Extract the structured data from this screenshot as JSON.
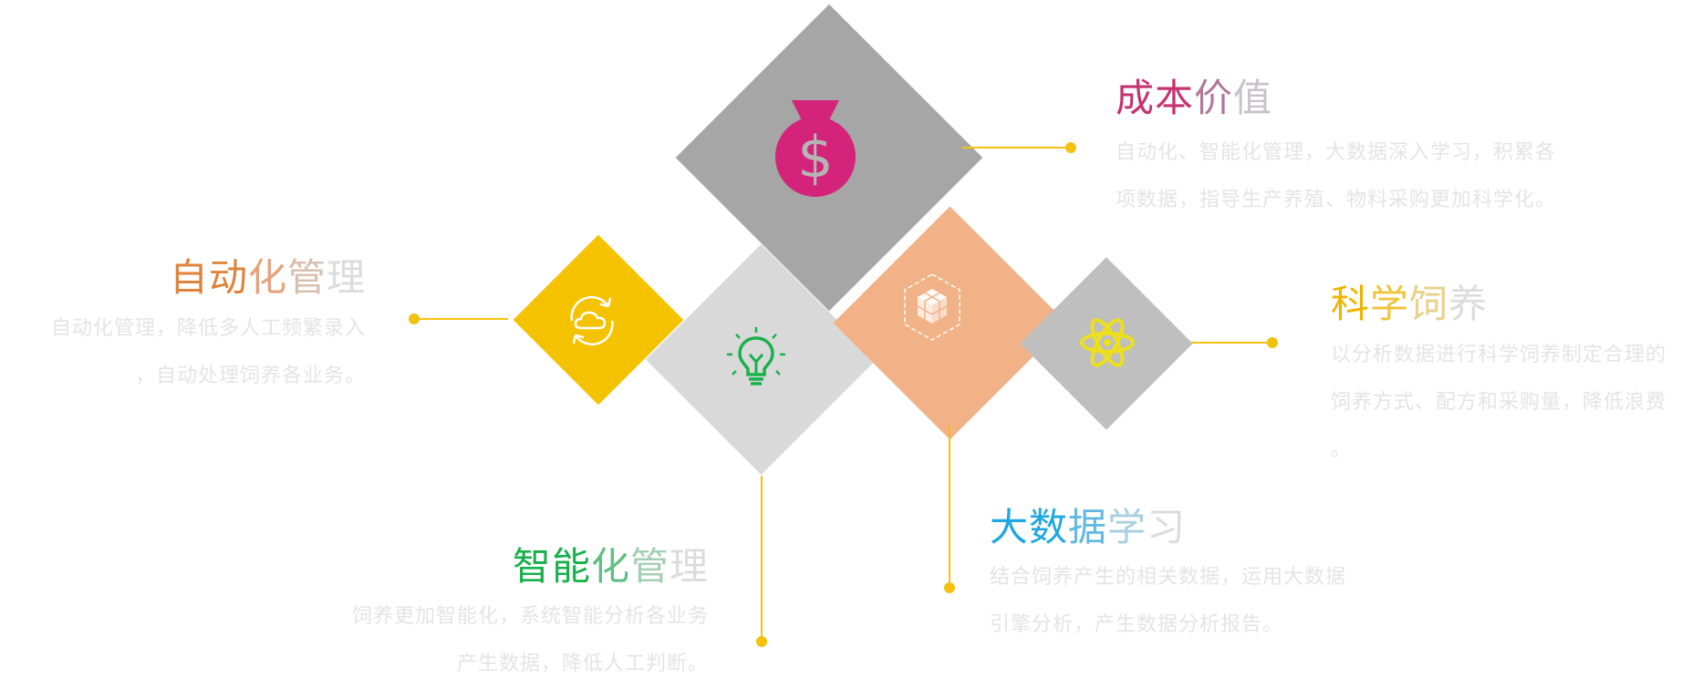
{
  "colors": {
    "connector": "#f3c20f",
    "diamond_gray_dark": "#a6a6a6",
    "diamond_yellow": "#f5c200",
    "diamond_gray_light": "#d9d9d9",
    "diamond_peach": "#f2b287",
    "diamond_gray_mid": "#bfbfbf",
    "description_text": "#e4e4e4"
  },
  "blocks": [
    {
      "id": "cost-value",
      "icon": "money-bag-icon",
      "title": "成本价值",
      "title_colors": [
        "#c5326f",
        "#c5326f",
        "#b2789a",
        "#c9c2cc"
      ],
      "lines": [
        "自动化、智能化管理，大数据深入学习，积累各",
        "项数据，指导生产养殖、物料采购更加科学化。"
      ]
    },
    {
      "id": "automation-management",
      "icon": "cloud-sync-icon",
      "title": "自动化管理",
      "title_colors": [
        "#e0833a",
        "#e0833a",
        "#e6a37b",
        "#d9bfae",
        "#dcdcdc"
      ],
      "lines": [
        "自动化管理，降低多人工频繁录入",
        "，自动处理饲养各业务。"
      ]
    },
    {
      "id": "scientific-feeding",
      "icon": "atom-icon",
      "title": "科学饲养",
      "title_colors": [
        "#f0b400",
        "#f0c43a",
        "#e8d188",
        "#dcdcdc"
      ],
      "lines": [
        "以分析数据进行科学饲养制定合理的",
        "饲养方式、配方和采购量，降低浪费",
        "。"
      ]
    },
    {
      "id": "big-data-learning",
      "icon": "cube-icon",
      "title": "大数据学习",
      "title_colors": [
        "#1ea7e0",
        "#1ea7e0",
        "#5fb9e0",
        "#a9cfe0",
        "#dcdcdc"
      ],
      "lines": [
        "结合饲养产生的相关数据，运用大数据",
        "引擎分析，产生数据分析报告。"
      ]
    },
    {
      "id": "smart-management",
      "icon": "lightbulb-icon",
      "title": "智能化管理",
      "title_colors": [
        "#18b04b",
        "#18b04b",
        "#5fbf83",
        "#a3cfb3",
        "#dcdcdc"
      ],
      "lines": [
        "饲养更加智能化，系统智能分析各业务",
        "产生数据，降低人工判断。"
      ]
    }
  ]
}
